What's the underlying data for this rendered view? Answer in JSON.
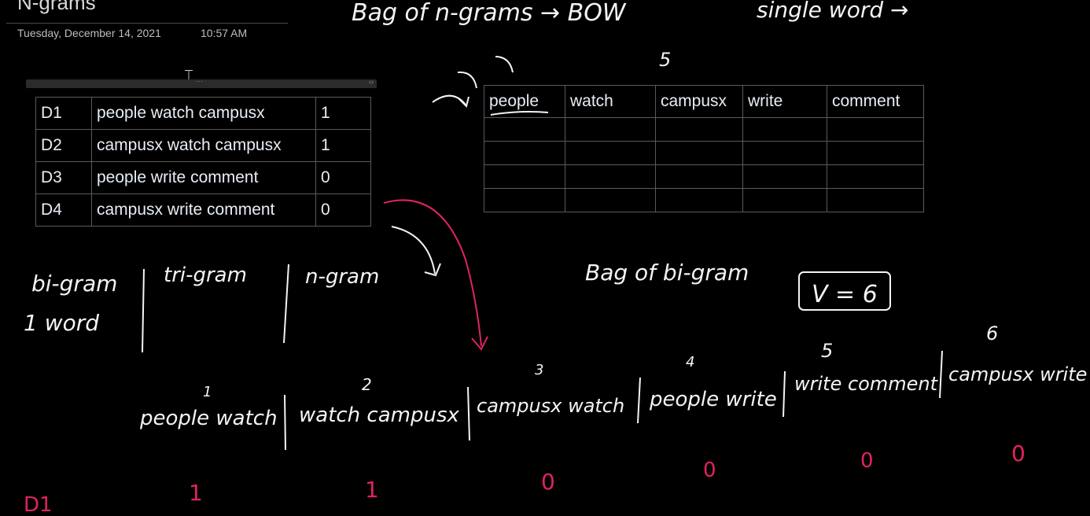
{
  "page": {
    "title": "N-grams",
    "date": "Tuesday, December 14, 2021",
    "time": "10:57 AM"
  },
  "doc_table": {
    "rows": [
      {
        "id": "D1",
        "text": "people watch campusx",
        "label": "1"
      },
      {
        "id": "D2",
        "text": "campusx watch campusx",
        "label": "1"
      },
      {
        "id": "D3",
        "text": "people write comment",
        "label": "0"
      },
      {
        "id": "D4",
        "text": "campusx write comment",
        "label": "0"
      }
    ]
  },
  "vocab_table": {
    "headers": [
      "people",
      "watch",
      "campusx",
      "write",
      "comment"
    ],
    "empty_rows": 4
  },
  "handwriting": {
    "top_heading": "Bag of n-grams → BOW",
    "top_right": "single word →",
    "vocab_count": "5",
    "bigram_heading": "Bag of bi-gram",
    "v_box": "V = 6",
    "types": [
      "bi-gram",
      "tri-gram",
      "n-gram"
    ],
    "one_word": "1 word",
    "bigrams": [
      "people watch",
      "watch campusx",
      "campusx watch",
      "people write",
      "write comment",
      "campusx write"
    ],
    "bigram_indices": [
      "1",
      "2",
      "3",
      "4",
      "5",
      "6"
    ],
    "d1_label": "D1",
    "d1_values": [
      "1",
      "1",
      "0",
      "0",
      "0",
      "0"
    ]
  },
  "colors": {
    "ink": "#f4f4f4",
    "red_ink": "#e0245e",
    "background": "#000000"
  }
}
